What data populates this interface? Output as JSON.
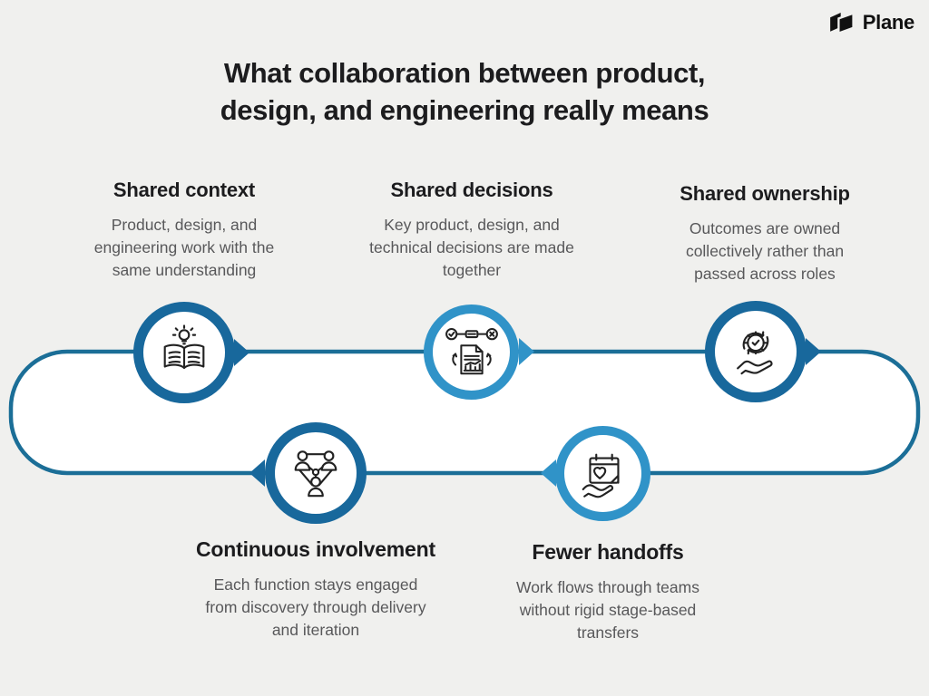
{
  "logo": {
    "label": "Plane",
    "icon": "plane-logo-icon"
  },
  "title": {
    "line1": "What collaboration between product,",
    "line2": "design, and engineering really means"
  },
  "colors": {
    "background": "#f0f0ee",
    "track": "#1b6e97",
    "node_dark": "#18689c",
    "node_light": "#3093c8",
    "heading": "#1c1c1e",
    "body_text": "#58585a"
  },
  "sections": [
    {
      "heading": "Shared context",
      "body": "Product, design, and engineering work with the same understanding",
      "icon": "book-lightbulb-icon",
      "accent": "dark"
    },
    {
      "heading": "Shared decisions",
      "body": "Key product, design, and technical decisions are made together",
      "icon": "decision-document-icon",
      "accent": "light"
    },
    {
      "heading": "Shared ownership",
      "body": "Outcomes are owned collectively rather than passed across roles",
      "icon": "gear-in-hand-icon",
      "accent": "dark"
    },
    {
      "heading": "Continuous involvement",
      "body": "Each function stays engaged from discovery through delivery and iteration",
      "icon": "team-network-icon",
      "accent": "dark"
    },
    {
      "heading": "Fewer handoffs",
      "body": "Work flows through teams without rigid stage-based transfers",
      "icon": "calendar-heart-hand-icon",
      "accent": "light"
    }
  ]
}
